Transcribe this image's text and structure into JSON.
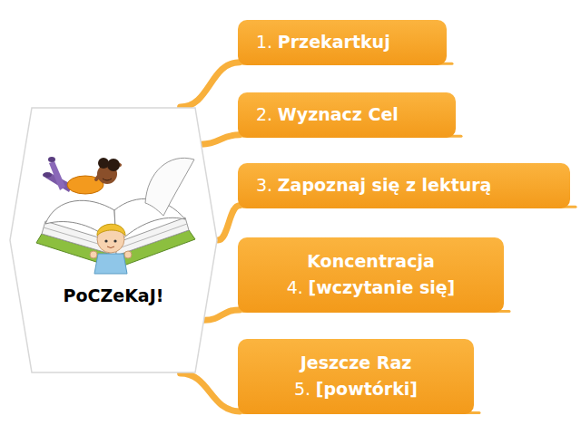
{
  "diagram": {
    "nodes": [
      {
        "text": [
          "PoCZeKaJ!"
        ]
      },
      {
        "text": [
          "1.",
          "Przekartkuj"
        ]
      },
      {
        "text": [
          "2.",
          "Wyznacz Cel"
        ]
      },
      {
        "text": [
          "3.",
          "Zapoznaj się z lekturą"
        ]
      },
      {
        "text": [
          "Koncentracja",
          "4.",
          "[wczytanie się]"
        ]
      },
      {
        "text": [
          "Jeszcze Raz",
          "5.",
          "[powtórki]"
        ]
      }
    ],
    "edges": [
      {
        "from": 0,
        "to": 1,
        "arrow": "none"
      },
      {
        "from": 0,
        "to": 2,
        "arrow": "none"
      },
      {
        "from": 0,
        "to": 3,
        "arrow": "none"
      },
      {
        "from": 0,
        "to": 4,
        "arrow": "none"
      },
      {
        "from": 0,
        "to": 5,
        "arrow": "none"
      }
    ]
  }
}
